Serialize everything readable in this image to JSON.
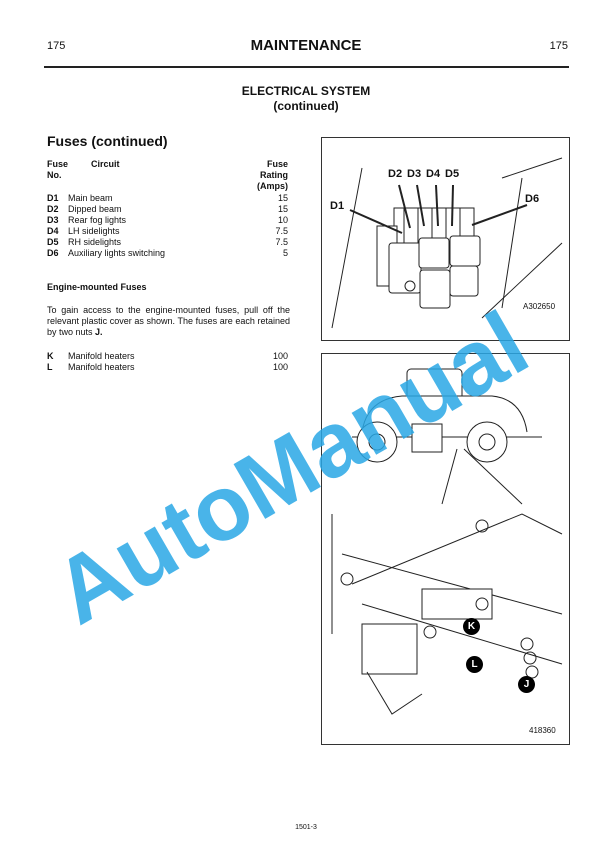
{
  "header": {
    "page_left": "175",
    "title": "MAINTENANCE",
    "page_right": "175"
  },
  "section": {
    "title": "ELECTRICAL SYSTEM",
    "subtitle": "(continued)"
  },
  "fuses": {
    "heading": "Fuses (continued)",
    "col_fuse": "Fuse",
    "col_no": "No.",
    "col_circuit": "Circuit",
    "col_rating": [
      "Fuse",
      "Rating",
      "(Amps)"
    ],
    "rows": [
      {
        "id": "D1",
        "circuit": "Main beam",
        "rating": "15"
      },
      {
        "id": "D2",
        "circuit": "Dipped beam",
        "rating": "15"
      },
      {
        "id": "D3",
        "circuit": "Rear fog lights",
        "rating": "10"
      },
      {
        "id": "D4",
        "circuit": "LH sidelights",
        "rating": "7.5"
      },
      {
        "id": "D5",
        "circuit": "RH sidelights",
        "rating": "7.5"
      },
      {
        "id": "D6",
        "circuit": "Auxiliary lights switching",
        "rating": "5"
      }
    ]
  },
  "engine": {
    "heading": "Engine-mounted Fuses",
    "text": "To gain access to the engine-mounted fuses, pull off the relevant plastic cover as shown. The fuses are each retained by two nuts",
    "text_bold": "J.",
    "rows": [
      {
        "id": "K",
        "circuit": "Manifold heaters",
        "rating": "100"
      },
      {
        "id": "L",
        "circuit": "Manifold heaters",
        "rating": "100"
      }
    ]
  },
  "figure1": {
    "labels": [
      "D1",
      "D2",
      "D3",
      "D4",
      "D5",
      "D6"
    ],
    "id": "A302650"
  },
  "figure2": {
    "labels": [
      "K",
      "L",
      "J"
    ],
    "id": "418360"
  },
  "watermark": "AutoManual",
  "footer": "1501-3"
}
